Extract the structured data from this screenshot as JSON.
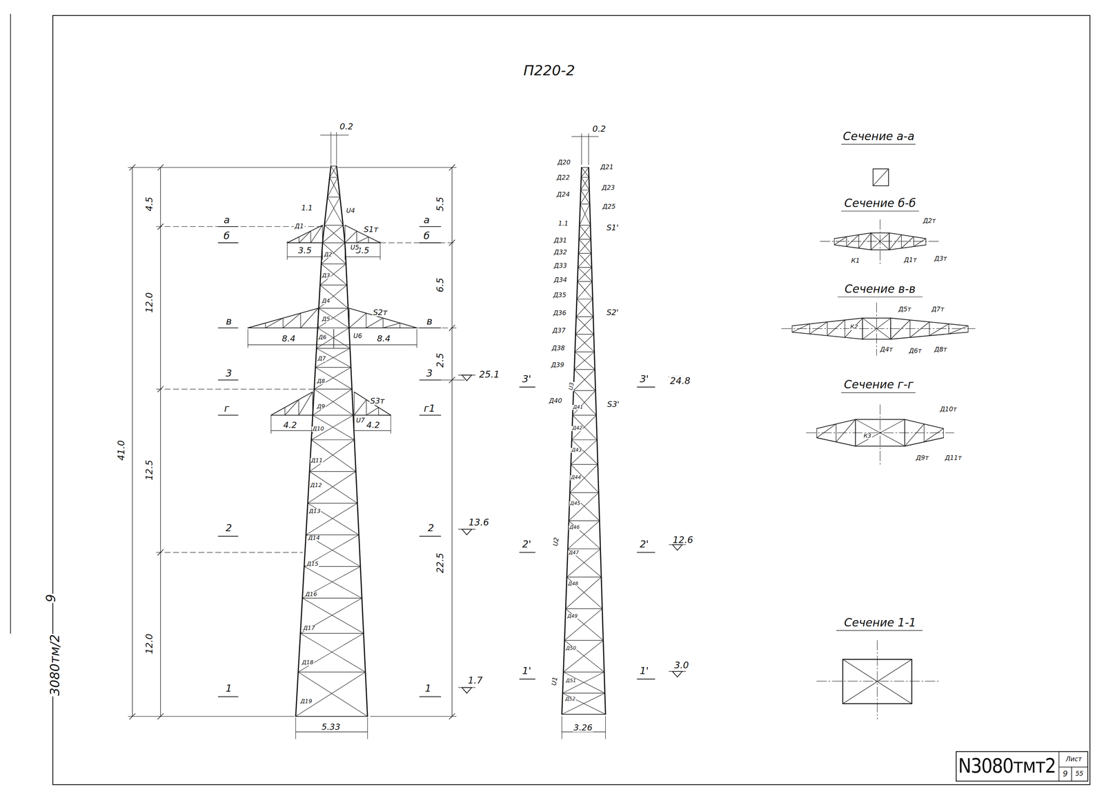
{
  "diagram": {
    "title": "П220-2",
    "labels": [
      "0.2",
      "0.2",
      "4.5",
      "12.0",
      "12.5",
      "12.0",
      "41.0",
      "5.5",
      "6.5",
      "2.5",
      "22.5",
      "а",
      "б",
      "в",
      "3",
      "г",
      "2",
      "1",
      "а",
      "б",
      "в",
      "3",
      "г1",
      "2",
      "1",
      "25.1",
      "13.6",
      "1.7",
      "3.5",
      "3.5",
      "8.4",
      "8.4",
      "4.2",
      "4.2",
      "5.33",
      "3.26",
      "1.1",
      "Д1",
      "U4",
      "S1т",
      "U5",
      "Д2",
      "Д3",
      "Д4",
      "Д5",
      "S2т",
      "U6",
      "Д6",
      "Д7",
      "Д8",
      "S3т",
      "Д9",
      "U7",
      "Д10",
      "Д11",
      "Д12",
      "Д13",
      "Д14",
      "Д15",
      "Д16",
      "Д17",
      "Д18",
      "Д19",
      "Д20",
      "Д21",
      "Д22",
      "Д23",
      "Д24",
      "Д25",
      "1.1",
      "S1'",
      "Д31",
      "Д32",
      "Д33",
      "Д34",
      "Д35",
      "Д36",
      "Д37",
      "Д38",
      "Д39",
      "S2'",
      "U3",
      "Д40",
      "S3'",
      "Д41",
      "Д42",
      "Д43",
      "Д44",
      "Д45",
      "Д46",
      "U2",
      "Д47",
      "Д48",
      "Д49",
      "Д50",
      "U1",
      "Д51",
      "Д52",
      "3'",
      "3'",
      "24.8",
      "2'",
      "2'",
      "12.6",
      "1'",
      "1'",
      "3.0",
      "Сечение а-а",
      "Сечение б-б",
      "Д2т",
      "К1",
      "Д1т",
      "Д3т",
      "Сечение в-в",
      "Д5т",
      "Д7т",
      "К2",
      "Д4т",
      "Д6т",
      "Д8т",
      "Сечение г-г",
      "Д10т",
      "К3",
      "Д9т",
      "Д11т",
      "Сечение 1-1",
      "3080тм/2",
      "9",
      "N3080тмт2",
      "Лист",
      "9",
      "55"
    ]
  }
}
